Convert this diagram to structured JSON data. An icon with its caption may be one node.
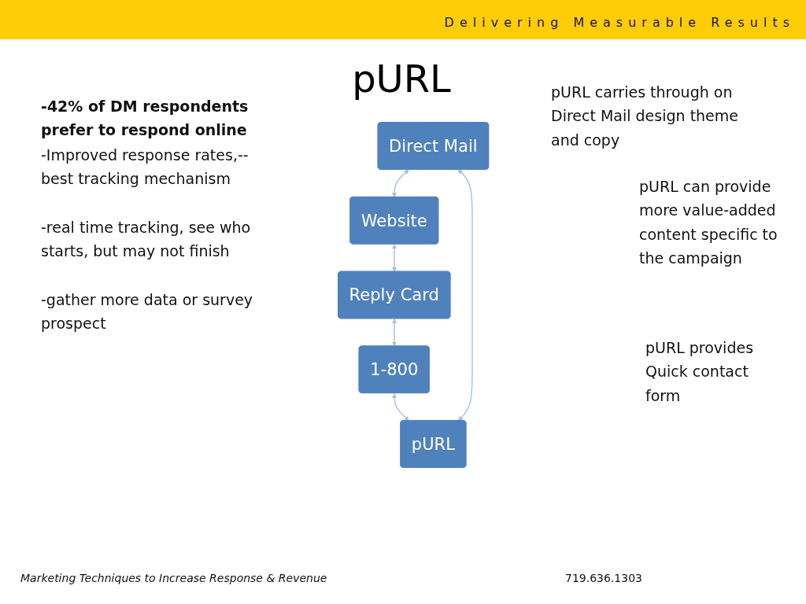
{
  "diagram": {
    "title": "pURL",
    "nodes": [
      {
        "text": [
          "Direct Mail"
        ]
      },
      {
        "text": [
          "Website"
        ]
      },
      {
        "text": [
          "Reply Card"
        ]
      },
      {
        "text": [
          "1-800"
        ]
      },
      {
        "text": [
          "pURL"
        ]
      }
    ],
    "edges": [
      {
        "from": 0,
        "to": 1,
        "arrow": "both"
      },
      {
        "from": 1,
        "to": 2,
        "arrow": "both"
      },
      {
        "from": 2,
        "to": 3,
        "arrow": "both"
      },
      {
        "from": 3,
        "to": 4,
        "arrow": "both"
      },
      {
        "from": 4,
        "to": 0,
        "arrow": "both"
      }
    ],
    "labels": [
      "Delivering Measurable Results",
      "**-42% of DM respondents prefer to respond online**",
      "-Improved response rates,--best tracking mechanism",
      "-real time tracking, see who starts, but may not finish",
      "-gather more data or survey prospect",
      "pURL carries through on Direct Mail design theme and copy",
      "pURL can provide more value-added content specific to the campaign",
      "pURL provides Quick contact form",
      "Marketing Techniques to Increase Response & Revenue",
      "719.636.1303"
    ]
  }
}
